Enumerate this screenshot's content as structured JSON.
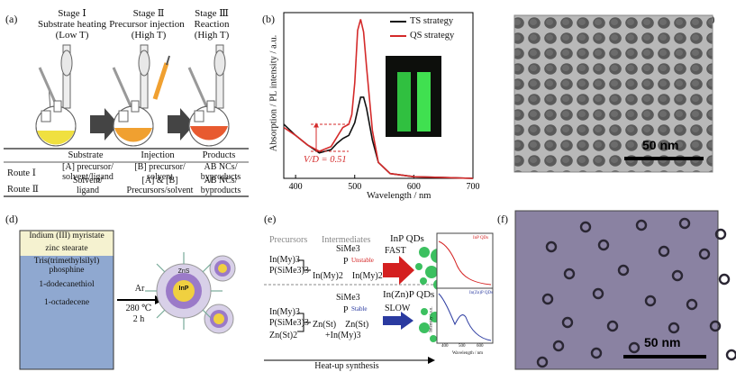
{
  "panel_a": {
    "label": "(a)",
    "stages": [
      {
        "title": "Stage Ⅰ",
        "l1": "Substrate heating",
        "l2": "(Low T)"
      },
      {
        "title": "Stage Ⅱ",
        "l1": "Precursor injection",
        "l2": "(High T)"
      },
      {
        "title": "Stage Ⅲ",
        "l1": "Reaction",
        "l2": "(High T)"
      }
    ],
    "table": {
      "headers": [
        "Substrate",
        "Injection",
        "Products"
      ],
      "rows": [
        {
          "route": "Route Ⅰ",
          "c1": "[A] precursor/\nsolvent/ligand",
          "c2": "[B] precursor/\nsolvent",
          "c3": "AB NCs/\nbyproducts"
        },
        {
          "route": "Route Ⅱ",
          "c1": "Solvent/\nligand",
          "c2": "[A] & [B]\nPrecursors/solvent",
          "c3": "AB NCs/\nbyproducts"
        }
      ]
    },
    "colors": {
      "flask1": "#f0e040",
      "flask2": "#f0a030",
      "flask3": "#e85a30"
    }
  },
  "panel_b": {
    "label": "(b)",
    "chart_data": {
      "type": "line",
      "xlabel": "Wavelength / nm",
      "ylabel": "Absorption / PL intensity / a.u.",
      "xlim": [
        380,
        700
      ],
      "xticks": [
        400,
        500,
        600,
        700
      ],
      "series": [
        {
          "name": "TS strategy",
          "color": "#111111",
          "x": [
            380,
            400,
            420,
            440,
            460,
            470,
            480,
            490,
            500,
            505,
            510,
            515,
            520,
            530,
            540,
            560,
            600,
            650,
            700
          ],
          "y": [
            0.34,
            0.27,
            0.21,
            0.16,
            0.18,
            0.22,
            0.25,
            0.27,
            0.35,
            0.43,
            0.51,
            0.51,
            0.44,
            0.24,
            0.1,
            0.03,
            0.01,
            0.005,
            0.0
          ]
        },
        {
          "name": "QS strategy",
          "color": "#d42a2a",
          "x": [
            380,
            400,
            420,
            440,
            460,
            470,
            480,
            490,
            495,
            500,
            505,
            510,
            515,
            520,
            530,
            540,
            560,
            600,
            650,
            700
          ],
          "y": [
            0.32,
            0.27,
            0.21,
            0.17,
            0.2,
            0.26,
            0.32,
            0.34,
            0.4,
            0.6,
            0.93,
            1.0,
            0.92,
            0.7,
            0.3,
            0.1,
            0.03,
            0.01,
            0.005,
            0.0
          ]
        }
      ],
      "annotation": "V/D = 0.51"
    }
  },
  "panel_c": {
    "label": "(c)",
    "scale_bar": "50 nm"
  },
  "panel_d": {
    "label": "(d)",
    "layers": [
      "Indium (III) myristate",
      "zinc stearate",
      "Tris(trimethylsilyl)\nphosphine",
      "1-dodecanethiol",
      "1-octadecene"
    ],
    "arrow_top": "Ar",
    "arrow_bottom_1": "280 ℃",
    "arrow_bottom_2": "2 h",
    "core_label": "InP",
    "shell_label": "ZnS"
  },
  "panel_e": {
    "label": "(e)",
    "precursors_title": "Precursors",
    "intermediates_title": "Intermediates",
    "top": {
      "precursors": [
        "In(My)3",
        "P(SiMe3)3"
      ],
      "intermediate_top": "SiMe3",
      "intermediate_p": "P",
      "unstable": "Unstable",
      "intermediate_bottom": "In(My)2    In(My)2",
      "speed": "FAST",
      "product": "InP QDs"
    },
    "bottom": {
      "precursors": [
        "In(My)3",
        "P(SiMe3)3",
        "Zn(St)2"
      ],
      "intermediate_top": "SiMe3",
      "intermediate_p": "P",
      "stable": "Stable",
      "intermediate_bottom": "Zn(St)    Zn(St)",
      "intermediate_extra": "+In(My)3",
      "speed": "SLOW",
      "product": "In(Zn)P QDs"
    },
    "footer": "Heat-up synthesis",
    "inset": {
      "ylabel": "Intensity / a.u.",
      "xlabel": "Wavelength / nm",
      "xticks": [
        "400",
        "500",
        "600"
      ],
      "top_legend": "InP QDs",
      "bottom_legend": "In(Zn)P QDs"
    }
  },
  "panel_f": {
    "label": "(f)",
    "scale_bar": "50 nm"
  }
}
